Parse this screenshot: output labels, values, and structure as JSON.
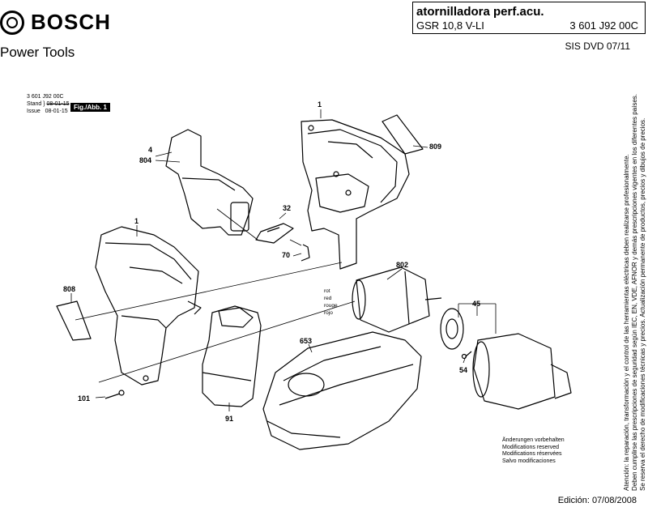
{
  "header": {
    "brand": "BOSCH",
    "subtitle": "Power Tools",
    "title": "atornilladora perf.acu.",
    "model": "GSR 10,8 V-LI",
    "part_number": "3 601 J92 00C",
    "sis": "SIS DVD 07/11"
  },
  "meta": {
    "code": "3 601 J92 00C",
    "stand_label": "Stand",
    "stand_value": "08-01-15",
    "issue_label": "Issue",
    "issue_value": "08-01-15",
    "fig_label": "Fig./Abb. 1"
  },
  "part_numbers": [
    "1",
    "809",
    "4",
    "804",
    "32",
    "70",
    "1",
    "808",
    "802",
    "45",
    "54",
    "653",
    "101",
    "91"
  ],
  "color_labels": [
    "rot",
    "red",
    "rouge",
    "rojo"
  ],
  "side_notes": [
    "Atención: la reparación, transformación y el control de las herramientas eléctricas deben realizarse profesionalmente.",
    "Deben cumplirse las prescripciones de seguridad según IEC, EN, VDE, AFNOR y demás prescripciones vigentes en los diferentes países.",
    "Se reserva el derecho de modificaciones técnicas y precios. Actualización permanente de productos, precios y dibujos de precios."
  ],
  "changes_reserved": [
    "Änderungen vorbehalten",
    "Modifications reserved",
    "Modifications réservées",
    "Salvo modificaciones"
  ],
  "footer": {
    "edition": "Edición: 07/08/2008"
  }
}
